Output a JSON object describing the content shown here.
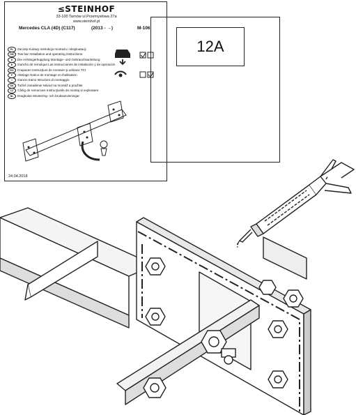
{
  "cover": {
    "brand": "STEINHOF",
    "address_line1": "33-100 Tarnów ul.Przemysłowa 27a",
    "address_line2": "www.steinhof.pl",
    "model": "Mercedes CLA (4D) (C117)",
    "years": "(2013 - →)",
    "code": "M-106",
    "languages": [
      {
        "code": "PL",
        "text": "Zaczep Kulowy Instrukcja montażu i eksploatacji"
      },
      {
        "code": "GB",
        "text": "Tow bar Installation and operating instructions"
      },
      {
        "code": "D",
        "text": "Die Anhängerkupplung Montage- und Gebrauchsanleitung"
      },
      {
        "code": "E",
        "text": "Gancho de remolque Las instrucciones de instalación y de operación"
      },
      {
        "code": "RO",
        "text": "Crapacen Instrucţiuni de montare şi utilizare TCI"
      },
      {
        "code": "F",
        "text": "Attelage Notice de montage et d'utilisation"
      },
      {
        "code": "I",
        "text": "Gancio traino Istruzioni di montaggio"
      },
      {
        "code": "SK",
        "text": "Ťažné zariadenie Návod na montáž a použitie"
      },
      {
        "code": "CZ",
        "text": "Cârlig de remorcare Instrucţiunile de montaj și exploatare"
      },
      {
        "code": "NL",
        "text": "Dragkulan Montering- och bruksanvisningar"
      }
    ],
    "date": "24.04.2018"
  },
  "step_tag": "12A"
}
